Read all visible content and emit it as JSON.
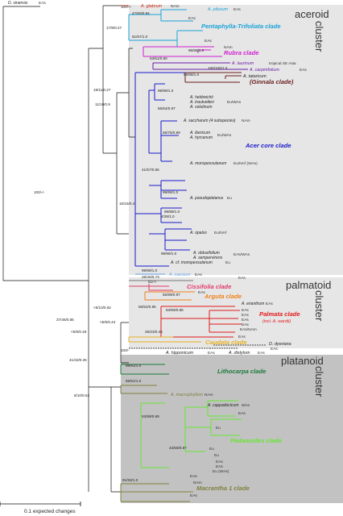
{
  "diagram": {
    "outgroup": {
      "taxon": "D. sinensis",
      "region": "EAs"
    },
    "root_support": "100/-/-",
    "scale_label": "0.1 expected changes",
    "clusters": [
      {
        "name": "aceroid",
        "word": "cluster"
      },
      {
        "name": "palmatoid",
        "word": "cluster"
      },
      {
        "name": "platanoid",
        "word": "cluster"
      }
    ],
    "clades": [
      {
        "id": "pentaphylla",
        "label": "Pentaphylla-Trifoliata clade",
        "color": "#1aa3d9"
      },
      {
        "id": "rubra",
        "label": "Rubra clade",
        "color": "#d21fd2"
      },
      {
        "id": "ginnala",
        "label": "(Ginnala clade)",
        "color": "#6b1f1f"
      },
      {
        "id": "acercore",
        "label": "Acer core clade",
        "color": "#1a1acc"
      },
      {
        "id": "cissifolia",
        "label": "Cissifolia clade",
        "color": "#e33b6b"
      },
      {
        "id": "arguta",
        "label": "Arguta clade",
        "color": "#f08019"
      },
      {
        "id": "palmata",
        "label": "Palmata clade",
        "color": "#e31a1a"
      },
      {
        "id": "palmata_note",
        "label": "(incl. A. wardii)",
        "color": "#e31a1a"
      },
      {
        "id": "caudata",
        "label": "Caudata clade",
        "color": "#e8b020"
      },
      {
        "id": "lithocarpa",
        "label": "Lithocarpa clade",
        "color": "#1a7a3a"
      },
      {
        "id": "platanoides",
        "label": "Platanoides clade",
        "color": "#66e633"
      },
      {
        "id": "macrantha",
        "label": "Macrantha 1 clade",
        "color": "#808040"
      }
    ],
    "tips": [
      {
        "taxon": "A. glabrum",
        "region": "NAm"
      },
      {
        "taxon": "A. pilosum",
        "region": "EAs"
      },
      {
        "taxon": "A. laurinum",
        "region": "tropical SE Asia"
      },
      {
        "taxon": "A. carpinifolium",
        "region": "EAs"
      },
      {
        "taxon": "A. tataricum",
        "region": ""
      },
      {
        "taxon": "A. heldreichii",
        "region": ""
      },
      {
        "taxon": "A. trautvetteri",
        "region": "Eu/WAs"
      },
      {
        "taxon": "A. velutinum",
        "region": ""
      },
      {
        "taxon": "A. saccharum (4 subspecies)",
        "region": "NAm"
      },
      {
        "taxon": "A. ibericum",
        "region": "Eu/WAs"
      },
      {
        "taxon": "A. hyrcanum",
        "region": ""
      },
      {
        "taxon": "A. monspessulanum",
        "region": "Eu/NAf (WAs)"
      },
      {
        "taxon": "A. pseudoplatanus",
        "region": "Eu"
      },
      {
        "taxon": "A. opalus",
        "region": "Eu/NAf"
      },
      {
        "taxon": "A. obtusifolium",
        "region": "EAs/WAs"
      },
      {
        "taxon": "A. sempervirens",
        "region": ""
      },
      {
        "taxon": "A. cf. monspessulanum",
        "region": "Eu"
      },
      {
        "taxon": "A. caesium",
        "region": "EAs"
      },
      {
        "taxon": "A. erianthum",
        "region": "EAs"
      },
      {
        "taxon": "A. hipponicum",
        "region": "EAs"
      },
      {
        "taxon": "A. distylum",
        "region": "EAs"
      },
      {
        "taxon": "D. dyeriana",
        "region": "EAs"
      },
      {
        "taxon": "A. macrophyllum",
        "region": "NAm"
      },
      {
        "taxon": "A. cappadocicum",
        "region": "WAs"
      }
    ],
    "region_labels": [
      "EAs",
      "EAs",
      "NAm",
      "EAs",
      "EAs",
      "EAs",
      "EAs",
      "EAs",
      "EAs",
      "EAs/NAm",
      "EAs",
      "EAs",
      "Eu",
      "Eu",
      "Eu",
      "EAs",
      "EAs",
      "Eu (WAs)",
      "EAs",
      "NAm",
      "EAs"
    ],
    "supports": [
      "100/-/-",
      "47/60/0.84",
      "17/8/0.27",
      "81/87/1.0",
      "96/88/1.0",
      "53/61/0.90",
      "100/100/1.0",
      "99/98/1.0",
      "19/11/0.27",
      "11/19/0.9",
      "99/99/1.0",
      "56/64/0.97",
      "58/75/0.89",
      "41/57/0.65",
      "15/16/0.4",
      "99/99/1.0",
      "99/99/1.0",
      "4/39/1.0",
      "99/99/1.0",
      "99/99/1.0",
      "28/40/0.73",
      "51/-/-",
      "55/99/0.97",
      "56/52/0.95",
      "53/59/0.86",
      "<5/10/0.62",
      "37/46/0.85",
      "<5/6/0.49",
      "<5/6/0.44",
      "26/23/0.46",
      "41/33/0.26",
      "100/-",
      "99/91/1.0",
      "55/51/1.0",
      "8/10/0.62",
      "53/99/0.99",
      "43/59/0.87",
      "91/93/1.0"
    ]
  }
}
